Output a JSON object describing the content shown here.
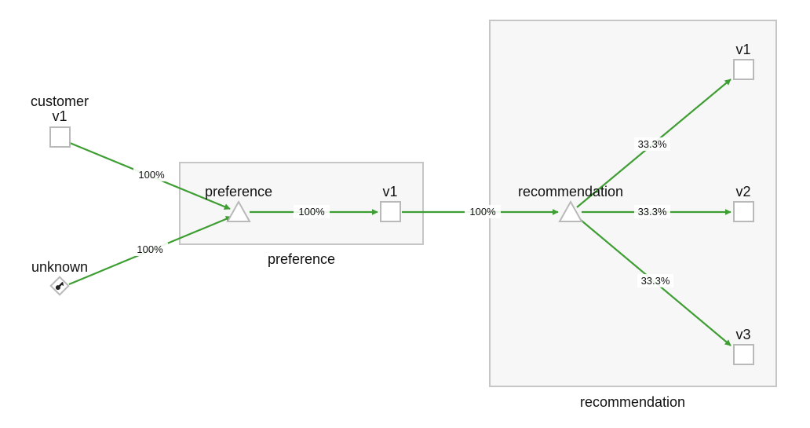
{
  "boxes": {
    "preference": {
      "label": "preference"
    },
    "recommendation": {
      "label": "recommendation"
    }
  },
  "nodes": {
    "customer": {
      "label": "customer",
      "sublabel": "v1",
      "icon": "square-icon"
    },
    "unknown": {
      "label": "unknown",
      "icon": "key-icon"
    },
    "preference_service": {
      "label": "preference",
      "icon": "triangle-icon"
    },
    "preference_v1": {
      "label": "v1",
      "icon": "square-icon"
    },
    "recommendation_service": {
      "label": "recommendation",
      "icon": "triangle-icon"
    },
    "recommendation_v1": {
      "label": "v1",
      "icon": "square-icon"
    },
    "recommendation_v2": {
      "label": "v2",
      "icon": "square-icon"
    },
    "recommendation_v3": {
      "label": "v3",
      "icon": "square-icon"
    }
  },
  "edges": {
    "customer_to_preference": {
      "label": "100%"
    },
    "unknown_to_preference": {
      "label": "100%"
    },
    "preference_to_v1": {
      "label": "100%"
    },
    "preference_v1_to_recommendation": {
      "label": "100%"
    },
    "recommendation_to_v1": {
      "label": "33.3%"
    },
    "recommendation_to_v2": {
      "label": "33.3%"
    },
    "recommendation_to_v3": {
      "label": "33.3%"
    }
  },
  "colors": {
    "edge": "#3f9e33",
    "box_fill": "#f7f7f7",
    "box_border": "#c6c6c6",
    "node_border": "#b9b9b9"
  }
}
